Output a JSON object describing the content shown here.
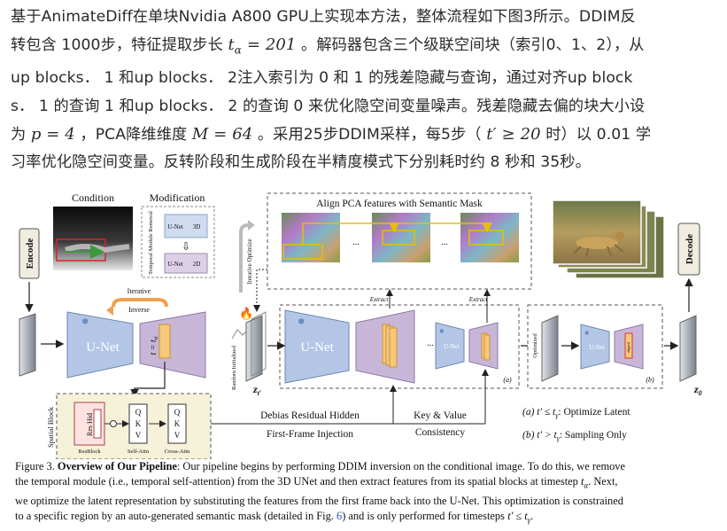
{
  "paragraph": {
    "line1": "基于AnimateDiff在单块Nvidia A800 GPU上实现本方法，整体流程如下图3所示。DDIM反",
    "line2a": "转包含 1000步，特征提取步长 ",
    "line2m": "t",
    "line2sub": "α",
    "line2eq": " = 201",
    "line2b": " 。解码器包含三个级联空间块（索引0、1、2），从",
    "line3": "up blocks． 1 和up blocks． 2注入索引为 0 和 1 的残差隐藏与查询，通过对齐up block",
    "line4": "s． 1 的查询 1 和up blocks． 2 的查询 0 来优化隐空间变量噪声。残差隐藏去偏的块大小设",
    "line5a": "为 ",
    "line5m": "p = 4",
    "line5b": " ，PCA降维维度 ",
    "line5m2": "M = 64",
    "line5c": " 。采用25步DDIM采样，每5步（ ",
    "line5m3": "t′ ≥ 20",
    "line5d": " 时）以 0.01 学",
    "line6": "习率优化隐空间变量。反转阶段和生成阶段在半精度模式下分别耗时约 8 秒和 35秒。"
  },
  "figure": {
    "condition_label": "Condition",
    "modification_label": "Modification",
    "temporal_removal": "Temporal Module Removal",
    "unet_small": "U-Net",
    "three_d": "3D",
    "two_d": "2D",
    "encode": "Encode",
    "decode": "Decode",
    "iterative_inverse_1": "Iterative",
    "iterative_inverse_2": "Inverse",
    "unet_big": "U-Net",
    "t_eq": "t = t",
    "t_sub": "α",
    "align_title": "Align PCA features with Semantic Mask",
    "dots": "...",
    "iterative_optimize": "Iterative Optimize",
    "extract": "Extract",
    "random_initialized": "Random Initialized",
    "z_t": "z",
    "z_t_sub": "t′",
    "z_0": "z",
    "z_0_sub": "0",
    "label_a": "(a)",
    "label_b": "(b)",
    "optimized": "Optimized",
    "aligned": "aligned",
    "spatial_block": "Spatial Block",
    "res_hid": "Res Hid",
    "resblock": "ResBlock",
    "self_attn": "Self-Attn",
    "cross_attn": "Cross-Attn",
    "q": "Q",
    "k": "K",
    "v": "V",
    "debias": "Debias Residual Hidden",
    "first_frame": "First-Frame Injection",
    "key_value_1": "Key & Value",
    "key_value_2": "Consistency",
    "legend_a": "(a)  t′ ≤ t",
    "legend_a_sub": "γ",
    "legend_a_text": ":  Optimize Latent",
    "legend_b": "(b)  t′ > t",
    "legend_b_sub": "γ",
    "legend_b_text": ":   Sampling Only"
  },
  "caption": {
    "fig_label": "Figure 3. ",
    "fig_title": "Overview of Our Pipeline",
    "line1": ": Our pipeline begins by performing DDIM inversion on the conditional image. To do this, we remove",
    "line2a": "the temporal module (i.e., temporal self-attention) from the 3D UNet and then extract features from its spatial blocks at timestep ",
    "line2m": "t",
    "line2sub": "α",
    "line2b": ". Next,",
    "line3": "we optimize the latent representation by substituting the features from the first frame back into the U-Net. This optimization is constrained",
    "line4a": "to a specific region by an auto-generated semantic mask (detailed in Fig. ",
    "line4ref": "6",
    "line4b": ") and is only performed for timesteps ",
    "line4m": "t′ ≤ t",
    "line4sub": "γ",
    "line4c": "."
  },
  "colors": {
    "unet_fill": "#b3c6e6",
    "unet_stroke": "#6e86b3",
    "decoder_fill": "#c8b6d8",
    "decoder_stroke": "#8c79a6",
    "orange_block": "#f6c879",
    "dashed_box": "#555555",
    "spatial_fill": "#f6f1d9",
    "legend_fill": "#ffffff"
  }
}
